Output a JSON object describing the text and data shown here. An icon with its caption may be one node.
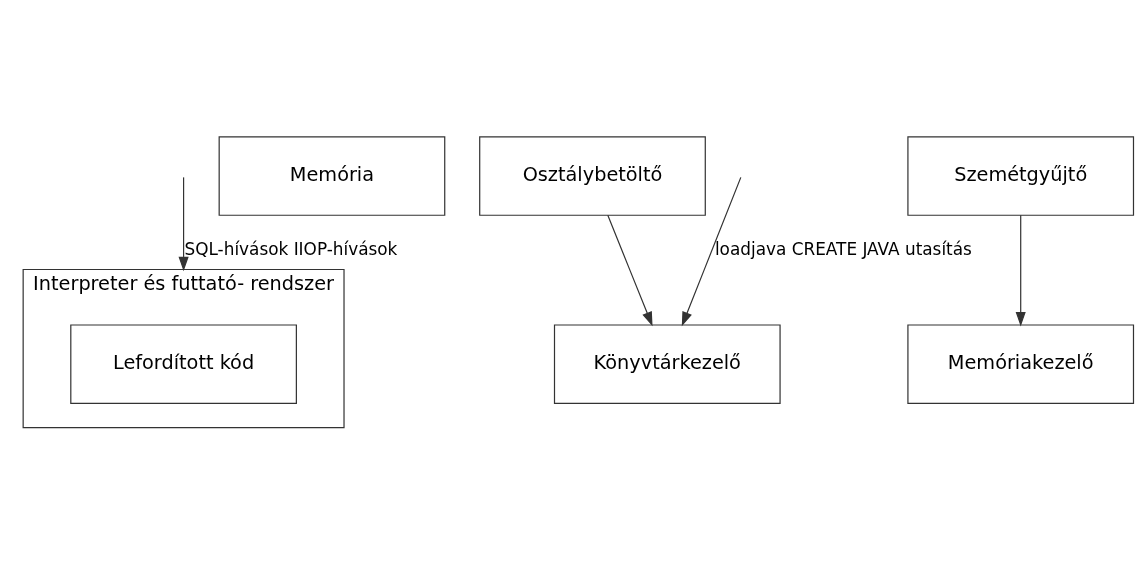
{
  "diagram": {
    "nodes": [
      {
        "text": [
          "Interpreter és futtató- rendszer"
        ]
      },
      {
        "text": [
          "Lefordított kód"
        ],
        "in": 0
      },
      {
        "text": [
          "Memória"
        ]
      },
      {
        "text": [
          "Osztálybetöltő"
        ]
      },
      {
        "text": [
          "Szemétgyűjtő"
        ]
      },
      {
        "text": [
          "Könyvtárkezelő"
        ]
      },
      {
        "text": [
          "Memóriakezelő"
        ]
      }
    ],
    "edges": [
      {
        "from": null,
        "to": 0,
        "arrow": "to",
        "label": "SQL-hívások IIOP-hívások"
      },
      {
        "from": 3,
        "to": 5,
        "arrow": "to"
      },
      {
        "from": 4,
        "to": 6,
        "arrow": "to"
      },
      {
        "from": null,
        "to": 5,
        "arrow": "to",
        "label": "loadjava CREATE JAVA utasítás"
      }
    ]
  }
}
